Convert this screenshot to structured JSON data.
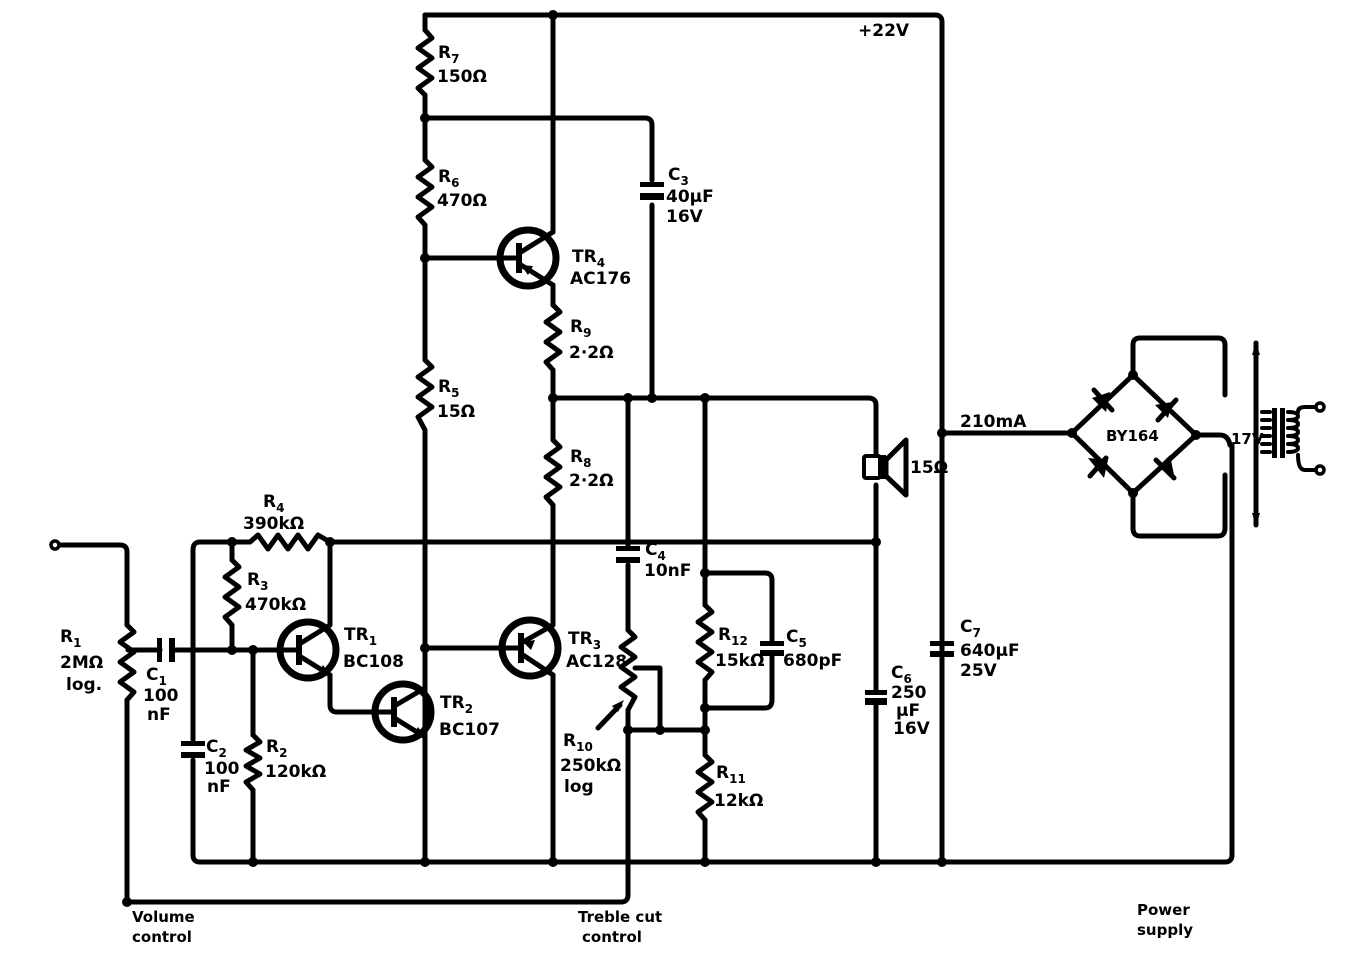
{
  "supply_rail": {
    "label": "+22V"
  },
  "supply_current": {
    "label": "210mA"
  },
  "components": {
    "R1": {
      "ref": "R",
      "sub": "1",
      "value": "2MΩ",
      "note": "log."
    },
    "R2": {
      "ref": "R",
      "sub": "2",
      "value": "120kΩ"
    },
    "R3": {
      "ref": "R",
      "sub": "3",
      "value": "470kΩ"
    },
    "R4": {
      "ref": "R",
      "sub": "4",
      "value": "390kΩ"
    },
    "R5": {
      "ref": "R",
      "sub": "5",
      "value": "15Ω"
    },
    "R6": {
      "ref": "R",
      "sub": "6",
      "value": "470Ω"
    },
    "R7": {
      "ref": "R",
      "sub": "7",
      "value": "150Ω"
    },
    "R8": {
      "ref": "R",
      "sub": "8",
      "value": "2·2Ω"
    },
    "R9": {
      "ref": "R",
      "sub": "9",
      "value": "2·2Ω"
    },
    "R10": {
      "ref": "R",
      "sub": "10",
      "value": "250kΩ",
      "note": "log"
    },
    "R11": {
      "ref": "R",
      "sub": "11",
      "value": "12kΩ"
    },
    "R12": {
      "ref": "R",
      "sub": "12",
      "value": "15kΩ"
    },
    "C1": {
      "ref": "C",
      "sub": "1",
      "value": "100",
      "unit": "nF"
    },
    "C2": {
      "ref": "C",
      "sub": "2",
      "value": "100",
      "unit": "nF"
    },
    "C3": {
      "ref": "C",
      "sub": "3",
      "value": "40µF",
      "rating": "16V"
    },
    "C4": {
      "ref": "C",
      "sub": "4",
      "value": "10nF"
    },
    "C5": {
      "ref": "C",
      "sub": "5",
      "value": "680pF"
    },
    "C6": {
      "ref": "C",
      "sub": "6",
      "value": "250",
      "unit": "µF",
      "rating": "16V"
    },
    "C7": {
      "ref": "C",
      "sub": "7",
      "value": "640µF",
      "rating": "25V"
    },
    "TR1": {
      "ref": "TR",
      "sub": "1",
      "type": "BC108"
    },
    "TR2": {
      "ref": "TR",
      "sub": "2",
      "type": "BC107"
    },
    "TR3": {
      "ref": "TR",
      "sub": "3",
      "type": "AC128"
    },
    "TR4": {
      "ref": "TR",
      "sub": "4",
      "type": "AC176"
    },
    "speaker": {
      "value": "15Ω"
    },
    "bridge": {
      "type": "BY164"
    },
    "transformer": {
      "value": "17V"
    }
  },
  "captions": {
    "volume": [
      "Volume",
      "control"
    ],
    "treble": [
      "Treble cut",
      "control"
    ],
    "power": [
      "Power",
      "supply"
    ]
  }
}
